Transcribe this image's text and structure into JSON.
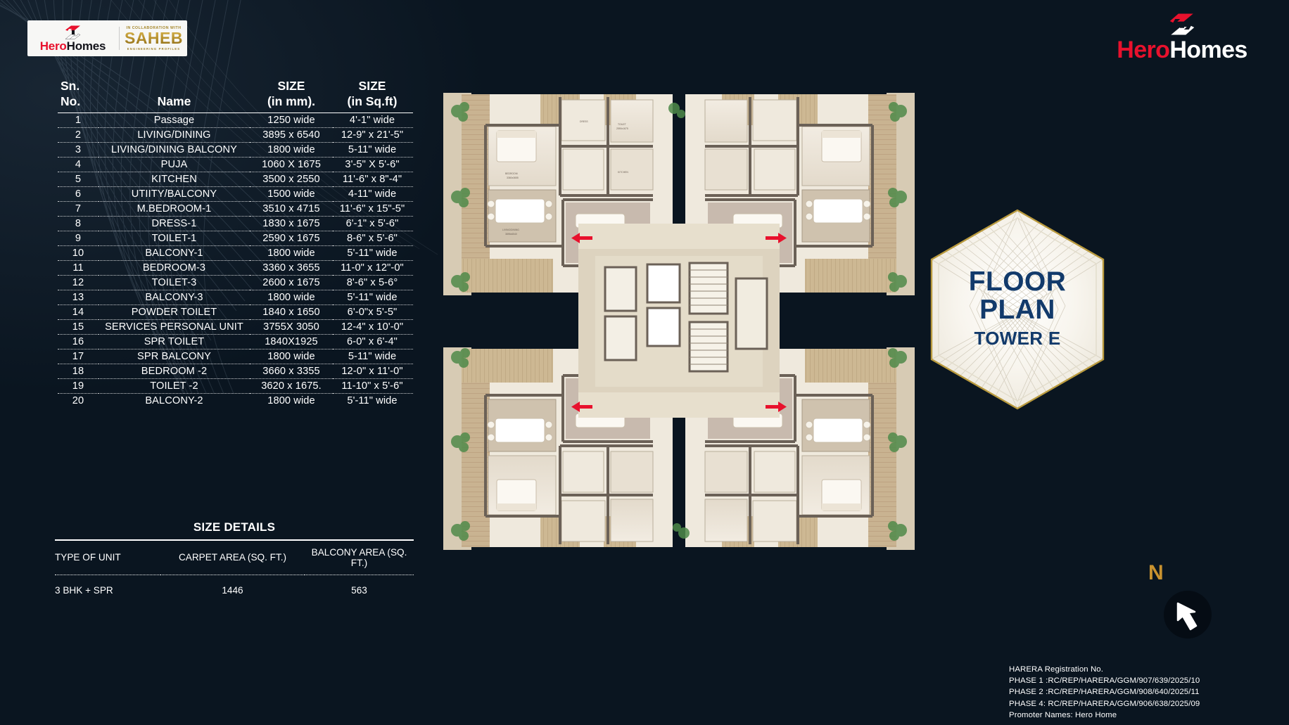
{
  "brand": {
    "name_part1": "Hero",
    "name_part2": "Homes",
    "partner_collab_label": "IN COLLABORATION WITH",
    "partner_name": "SAHEB",
    "partner_tagline": "ENGINEERING PROFILES"
  },
  "spec_table": {
    "headers": {
      "sn_line1": "Sn.",
      "sn_line2": "No.",
      "name": "Name",
      "mm_line1": "SIZE",
      "mm_line2": "(in mm).",
      "ft_line1": "SIZE",
      "ft_line2": "(in Sq.ft)"
    },
    "rows": [
      {
        "sn": "1",
        "name": "Passage",
        "mm": "1250 wide",
        "ft": "4'-1\" wide"
      },
      {
        "sn": "2",
        "name": "LIVING/DINING",
        "mm": "3895 x 6540",
        "ft": "12-9\" x 21'-5\""
      },
      {
        "sn": "3",
        "name": "LIVING/DINING BALCONY",
        "mm": "1800 wide",
        "ft": "5-11\" wide"
      },
      {
        "sn": "4",
        "name": "PUJA",
        "mm": "1060 X 1675",
        "ft": "3'-5\" X 5'-6\""
      },
      {
        "sn": "5",
        "name": "KITCHEN",
        "mm": "3500 x 2550",
        "ft": "11'-6\" x 8\"-4\""
      },
      {
        "sn": "6",
        "name": "UTIITY/BALCONY",
        "mm": "1500 wide",
        "ft": "4-11\" wide"
      },
      {
        "sn": "7",
        "name": "M.BEDROOM-1",
        "mm": "3510 x 4715",
        "ft": "11'-6\" x 15\"-5\""
      },
      {
        "sn": "8",
        "name": "DRESS-1",
        "mm": "1830 x 1675",
        "ft": "6'-1\" x 5'-6\""
      },
      {
        "sn": "9",
        "name": "TOILET-1",
        "mm": "2590 x 1675",
        "ft": "8-6\" x 5'-6\""
      },
      {
        "sn": "10",
        "name": "BALCONY-1",
        "mm": "1800 wide",
        "ft": "5'-11\" wide"
      },
      {
        "sn": "11",
        "name": "BEDROOM-3",
        "mm": "3360 x 3655",
        "ft": "11-0\" x 12\"-0\""
      },
      {
        "sn": "12",
        "name": "TOILET-3",
        "mm": "2600 x 1675",
        "ft": "8'-6\" x 5-6°"
      },
      {
        "sn": "13",
        "name": "BALCONY-3",
        "mm": "1800 wide",
        "ft": "5'-11\" wide"
      },
      {
        "sn": "14",
        "name": "POWDER TOILET",
        "mm": "1840 x 1650",
        "ft": "6'-0\"x 5'-5\""
      },
      {
        "sn": "15",
        "name": "SERVICES PERSONAL UNIT",
        "mm": "3755X 3050",
        "ft": "12-4\" x 10'-0\""
      },
      {
        "sn": "16",
        "name": "SPR TOILET",
        "mm": "1840X1925",
        "ft": "6-0\" x 6'-4\""
      },
      {
        "sn": "17",
        "name": "SPR BALCONY",
        "mm": "1800 wide",
        "ft": "5-11\" wide"
      },
      {
        "sn": "18",
        "name": "BEDROOM -2",
        "mm": "3660 x 3355",
        "ft": "12-0\" x 11'-0\""
      },
      {
        "sn": "19",
        "name": "TOILET -2",
        "mm": "3620 x 1675.",
        "ft": "11-10\" x 5'-6\""
      },
      {
        "sn": "20",
        "name": "BALCONY-2",
        "mm": "1800 wide",
        "ft": "5'-11\" wide"
      }
    ]
  },
  "size_details": {
    "title": "SIZE DETAILS",
    "headers": {
      "type": "TYPE OF UNIT",
      "carpet": "CARPET AREA (SQ. FT.)",
      "balcony": "BALCONY AREA (SQ. FT.)"
    },
    "rows": [
      {
        "type": "3 BHK + SPR",
        "carpet": "1446",
        "balcony": "563"
      }
    ]
  },
  "hex_badge": {
    "line1": "FLOOR",
    "line2": "PLAN",
    "line3": "TOWER E"
  },
  "compass": {
    "label": "N"
  },
  "harera": {
    "title": "HARERA Registration No.",
    "phase1": "PHASE 1 :RC/REP/HARERA/GGM/907/639/2025/10",
    "phase2": "PHASE 2 :RC/REP/HARERA/GGM/908/640/2025/11",
    "phase4": "PHASE 4: RC/REP/HARERA/GGM/906/638/2025/09",
    "promoter": "Promoter Names: Hero Home"
  },
  "colors": {
    "background": "#0a1520",
    "brand_red": "#e8112d",
    "gold": "#c9922f",
    "badge_navy": "#123a6b",
    "entry_arrow": "#e8112d"
  }
}
